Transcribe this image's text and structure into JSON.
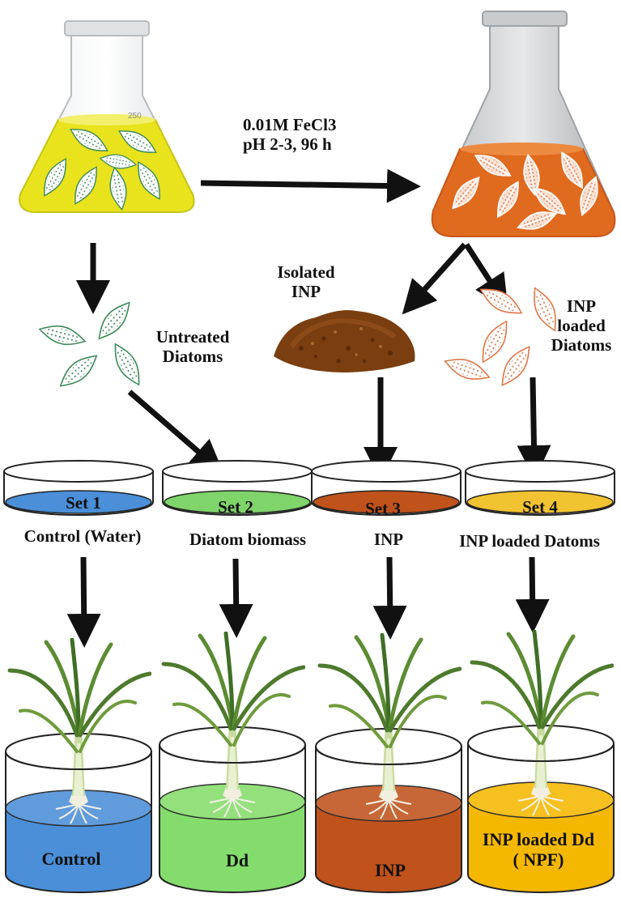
{
  "reaction": {
    "line1": "0.01M FeCl3",
    "line2": "pH 2-3, 96 h"
  },
  "flask": {
    "mark": "250"
  },
  "isolated": {
    "line1": "Isolated",
    "line2": "INP"
  },
  "untreated": {
    "line1": "Untreated",
    "line2": "Diatoms"
  },
  "loaded": {
    "line1": "INP",
    "line2": "loaded",
    "line3": "Diatoms"
  },
  "sets": [
    {
      "name": "Set 1",
      "caption": "Control (Water)",
      "color": "#4a8fd8"
    },
    {
      "name": "Set 2",
      "caption": "Diatom biomass",
      "color": "#7fd46a"
    },
    {
      "name": "Set 3",
      "caption": "INP",
      "color": "#c0521c"
    },
    {
      "name": "Set 4",
      "caption": "INP loaded Datoms",
      "color": "#f2c330"
    }
  ],
  "beakers": [
    {
      "label": "Control",
      "color": "#4a8fd8"
    },
    {
      "label": "Dd",
      "color": "#84dc6c"
    },
    {
      "label": "INP",
      "color": "#c0521c"
    },
    {
      "label_line1": "INP loaded Dd",
      "label_line2": "( NPF)",
      "color": "#f5b800"
    }
  ],
  "colors": {
    "flask_solution": "#e8e31c",
    "flask_treated": "#e06a1e",
    "diatom_green": "#3f8a5a",
    "diatom_orange": "#e0784a",
    "powder": "#7a3e10",
    "arrow": "#111111"
  }
}
